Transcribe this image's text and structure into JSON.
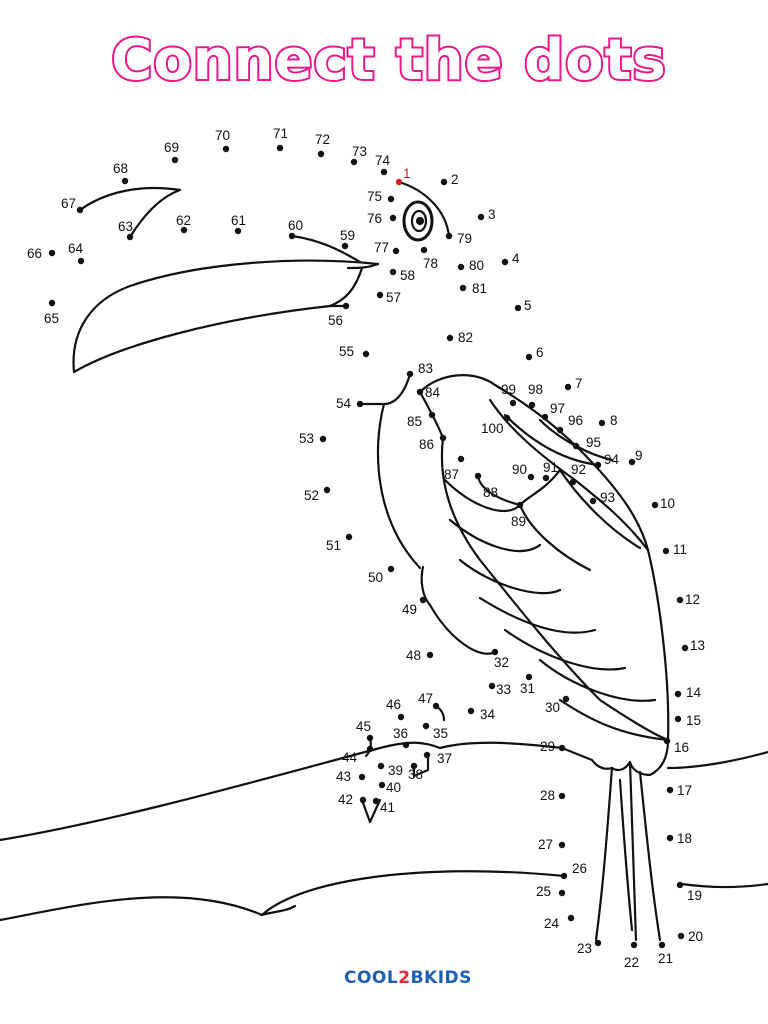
{
  "title": "Connect the dots",
  "logo": {
    "part1": "COOL",
    "part2": "2",
    "part3": "BKIDS"
  },
  "colors": {
    "title_fill": "#e8198b",
    "start_dot": "#d41f26",
    "logo_blue": "#1f5fb0",
    "logo_red": "#e5293b"
  },
  "dots": [
    {
      "n": "1"
    },
    {
      "n": "2"
    },
    {
      "n": "3"
    },
    {
      "n": "4"
    },
    {
      "n": "5"
    },
    {
      "n": "6"
    },
    {
      "n": "7"
    },
    {
      "n": "8"
    },
    {
      "n": "9"
    },
    {
      "n": "10"
    },
    {
      "n": "11"
    },
    {
      "n": "12"
    },
    {
      "n": "13"
    },
    {
      "n": "14"
    },
    {
      "n": "15"
    },
    {
      "n": "16"
    },
    {
      "n": "17"
    },
    {
      "n": "18"
    },
    {
      "n": "19"
    },
    {
      "n": "20"
    },
    {
      "n": "21"
    },
    {
      "n": "22"
    },
    {
      "n": "23"
    },
    {
      "n": "24"
    },
    {
      "n": "25"
    },
    {
      "n": "26"
    },
    {
      "n": "27"
    },
    {
      "n": "28"
    },
    {
      "n": "29"
    },
    {
      "n": "30"
    },
    {
      "n": "31"
    },
    {
      "n": "32"
    },
    {
      "n": "33"
    },
    {
      "n": "34"
    },
    {
      "n": "35"
    },
    {
      "n": "36"
    },
    {
      "n": "37"
    },
    {
      "n": "38"
    },
    {
      "n": "39"
    },
    {
      "n": "40"
    },
    {
      "n": "41"
    },
    {
      "n": "42"
    },
    {
      "n": "43"
    },
    {
      "n": "44"
    },
    {
      "n": "45"
    },
    {
      "n": "46"
    },
    {
      "n": "47"
    },
    {
      "n": "48"
    },
    {
      "n": "49"
    },
    {
      "n": "50"
    },
    {
      "n": "51"
    },
    {
      "n": "52"
    },
    {
      "n": "53"
    },
    {
      "n": "54"
    },
    {
      "n": "55"
    },
    {
      "n": "56"
    },
    {
      "n": "57"
    },
    {
      "n": "58"
    },
    {
      "n": "59"
    },
    {
      "n": "60"
    },
    {
      "n": "61"
    },
    {
      "n": "62"
    },
    {
      "n": "63"
    },
    {
      "n": "64"
    },
    {
      "n": "65"
    },
    {
      "n": "66"
    },
    {
      "n": "67"
    },
    {
      "n": "68"
    },
    {
      "n": "69"
    },
    {
      "n": "70"
    },
    {
      "n": "71"
    },
    {
      "n": "72"
    },
    {
      "n": "73"
    },
    {
      "n": "74"
    },
    {
      "n": "75"
    },
    {
      "n": "76"
    },
    {
      "n": "77"
    },
    {
      "n": "78"
    },
    {
      "n": "79"
    },
    {
      "n": "80"
    },
    {
      "n": "81"
    },
    {
      "n": "82"
    },
    {
      "n": "83"
    },
    {
      "n": "84"
    },
    {
      "n": "85"
    },
    {
      "n": "86"
    },
    {
      "n": "87"
    },
    {
      "n": "88"
    },
    {
      "n": "89"
    },
    {
      "n": "90"
    },
    {
      "n": "91"
    },
    {
      "n": "92"
    },
    {
      "n": "93"
    },
    {
      "n": "94"
    },
    {
      "n": "95"
    },
    {
      "n": "96"
    },
    {
      "n": "97"
    },
    {
      "n": "98"
    },
    {
      "n": "99"
    },
    {
      "n": "100"
    }
  ]
}
